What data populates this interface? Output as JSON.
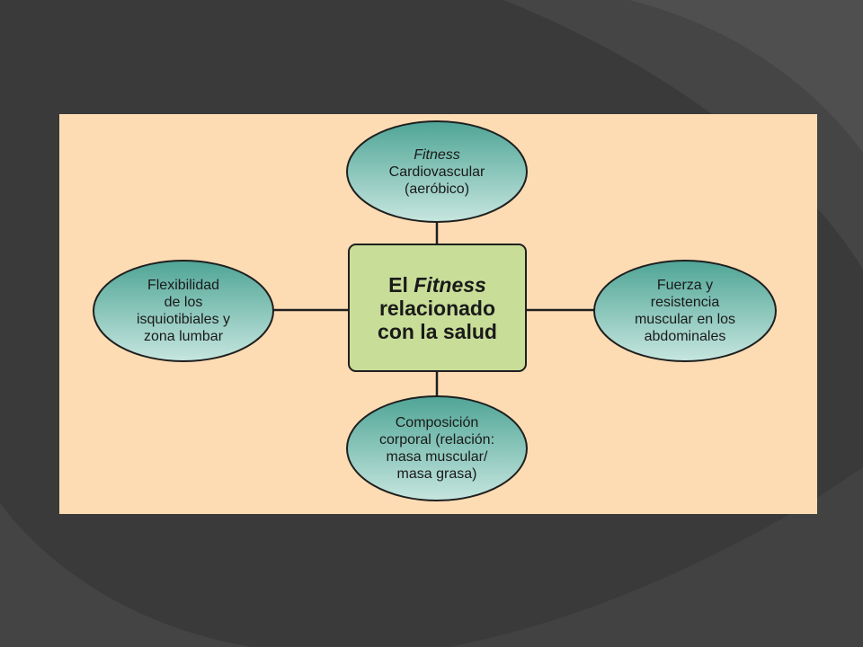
{
  "colors": {
    "slide_background": "#3a3a3a",
    "panel_background": "#fddcb4",
    "bubble_fill_dark": "#5aab9d",
    "bubble_fill_light": "#b8ded6",
    "center_fill": "#c8dd98",
    "stroke": "#1f1f1f"
  },
  "diagram": {
    "center": {
      "line1_plain": "El ",
      "line1_italic": "Fitness",
      "line2": "relacionado",
      "line3": "con la salud"
    },
    "top": {
      "line1_italic": "Fitness",
      "line2": "Cardiovascular",
      "line3": "(aeróbico)"
    },
    "left": {
      "line1": "Flexibilidad",
      "line2": "de los",
      "line3": "isquiotibiales y",
      "line4": "zona lumbar"
    },
    "right": {
      "line1": "Fuerza y",
      "line2": "resistencia",
      "line3": "muscular en los",
      "line4": "abdominales"
    },
    "bottom": {
      "line1": "Composición",
      "line2": "corporal (relación:",
      "line3": "masa muscular/",
      "line4": "masa grasa)"
    }
  }
}
